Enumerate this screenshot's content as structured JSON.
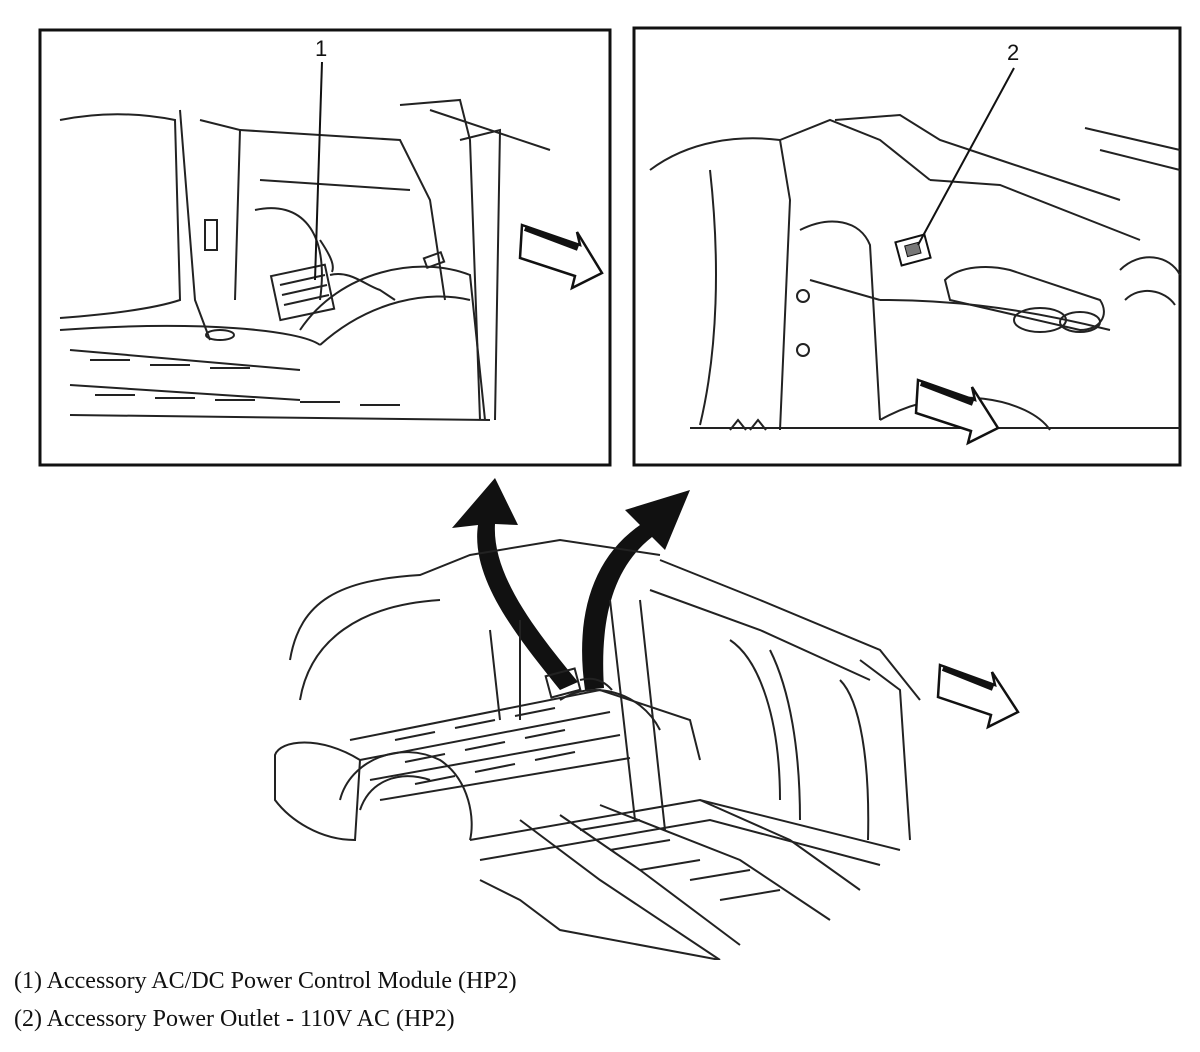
{
  "diagram": {
    "callouts": [
      {
        "number": "1"
      },
      {
        "number": "2"
      }
    ],
    "legend": [
      {
        "number": "(1)",
        "text": "Accessory AC/DC Power Control Module (HP2)"
      },
      {
        "number": "(2)",
        "text": "Accessory Power Outlet - 110V AC (HP2)"
      }
    ]
  }
}
